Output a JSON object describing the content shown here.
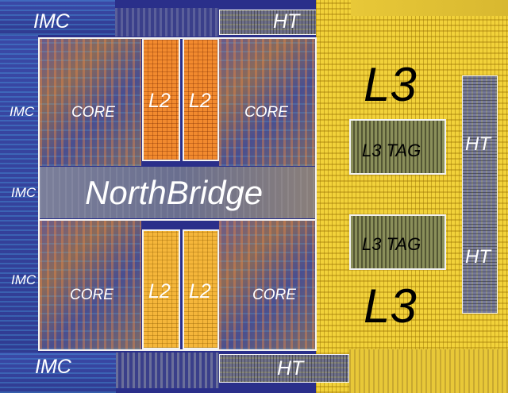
{
  "labels": {
    "imc_top": "IMC",
    "ht_top": "HT",
    "imc_left_1": "IMC",
    "imc_left_2": "IMC",
    "imc_left_3": "IMC",
    "core_tl": "CORE",
    "core_tr": "CORE",
    "core_bl": "CORE",
    "core_br": "CORE",
    "l2_1": "L2",
    "l2_2": "L2",
    "l2_3": "L2",
    "l2_4": "L2",
    "northbridge": "NorthBridge",
    "l3_top": "L3",
    "l3_bottom": "L3",
    "l3tag_top": "L3 TAG",
    "l3tag_bottom": "L3 TAG",
    "ht_right_top": "HT",
    "ht_right_bottom": "HT",
    "imc_bottom": "IMC",
    "ht_bottom": "HT"
  },
  "colors": {
    "core_orange": "#f28a2e",
    "l2_yellow": "#f5b63a",
    "l3_yellow": "#f2d23a",
    "substrate_blue": "#2a2f8a",
    "label_white": "#ffffff",
    "outline": "#f2f2f2"
  }
}
